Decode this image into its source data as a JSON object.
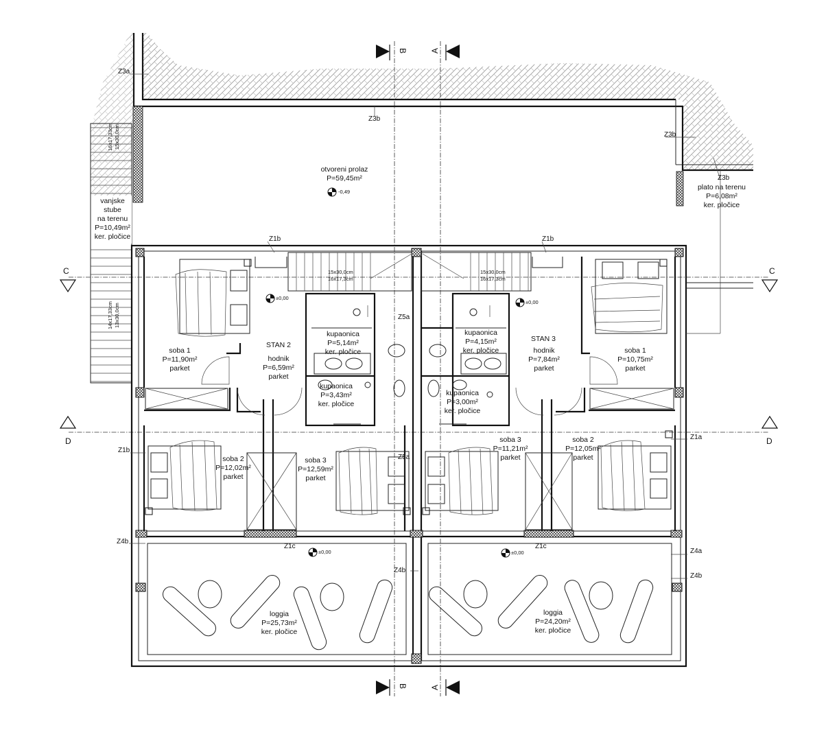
{
  "sections": {
    "A": "A",
    "B": "B",
    "C": "C",
    "D": "D"
  },
  "wall_tags": {
    "z3a": "Z3a",
    "z3b_top": "Z3b",
    "z3b_right": "Z3b",
    "z3b_plato": "Z3b",
    "z1b_stan2": "Z1b",
    "z1b_stan3": "Z1b",
    "z1b_left": "Z1b",
    "z1a_right": "Z1a",
    "z5a_top": "Z5a",
    "z5a_mid": "Z5a",
    "z1c_left": "Z1c",
    "z1c_right": "Z1c",
    "z4b_left": "Z4b",
    "z4b_center": "Z4b",
    "z4a_right": "Z4a",
    "z4b_right": "Z4b"
  },
  "stairs_dims": {
    "left_upper_a": "16x17,33cm",
    "left_upper_b": "15x30,0cm",
    "left_lower_a": "14x17,33cm",
    "left_lower_b": "13x30,0cm",
    "mid_left_a": "15x30,0cm",
    "mid_left_b": "16x17,3cm",
    "mid_right_a": "15x30,0cm",
    "mid_right_b": "16x17,3cm"
  },
  "levels": {
    "passage": "-0,49",
    "stan2_hall": "±0,00",
    "stan3_hall": "±0,00",
    "loggia_left": "±0,00",
    "loggia_right": "±0,00"
  },
  "rooms": {
    "otvoreni_prolaz": {
      "name": "otvoreni prolaz",
      "area": "P=59,45m²"
    },
    "vanjske_stube": {
      "line1": "vanjske",
      "line2": "stube",
      "line3": "na terenu",
      "area": "P=10,49m²",
      "floor": "ker. pločice"
    },
    "plato": {
      "name": "plato na terenu",
      "area": "P=6,08m²",
      "floor": "ker. pločice"
    },
    "stan2": {
      "title": "STAN 2"
    },
    "stan3": {
      "title": "STAN 3"
    },
    "s2_soba1": {
      "name": "soba 1",
      "area": "P=11,90m²",
      "floor": "parket"
    },
    "s2_hodnik": {
      "name": "hodnik",
      "area": "P=6,59m²",
      "floor": "parket"
    },
    "s2_kupaonica1": {
      "name": "kupaonica",
      "area": "P=5,14m²",
      "floor": "ker. pločice"
    },
    "s2_kupaonica2": {
      "name": "kupaonica",
      "area": "P=3,43m²",
      "floor": "ker. pločice"
    },
    "s2_soba2": {
      "name": "soba 2",
      "area": "P=12,02m²",
      "floor": "parket"
    },
    "s2_soba3": {
      "name": "soba 3",
      "area": "P=12,59m²",
      "floor": "parket"
    },
    "s2_loggia": {
      "name": "loggia",
      "area": "P=25,73m²",
      "floor": "ker. pločice"
    },
    "s3_soba1": {
      "name": "soba 1",
      "area": "P=10,75m²",
      "floor": "parket"
    },
    "s3_hodnik": {
      "name": "hodnik",
      "area": "P=7,84m²",
      "floor": "parket"
    },
    "s3_kupaonica1": {
      "name": "kupaonica",
      "area": "P=4,15m²",
      "floor": "ker. pločice"
    },
    "s3_kupaonica2": {
      "name": "kupaonica",
      "area": "P=3,00m²",
      "floor": "ker. pločice"
    },
    "s3_soba3": {
      "name": "soba 3",
      "area": "P=11,21m²",
      "floor": "parket"
    },
    "s3_soba2": {
      "name": "soba 2",
      "area": "P=12,05m²",
      "floor": "parket"
    },
    "s3_loggia": {
      "name": "loggia",
      "area": "P=24,20m²",
      "floor": "ker. pločice"
    }
  },
  "colors": {
    "line": "#111111",
    "hatch": "#9a9a9a",
    "paper": "#ffffff"
  }
}
